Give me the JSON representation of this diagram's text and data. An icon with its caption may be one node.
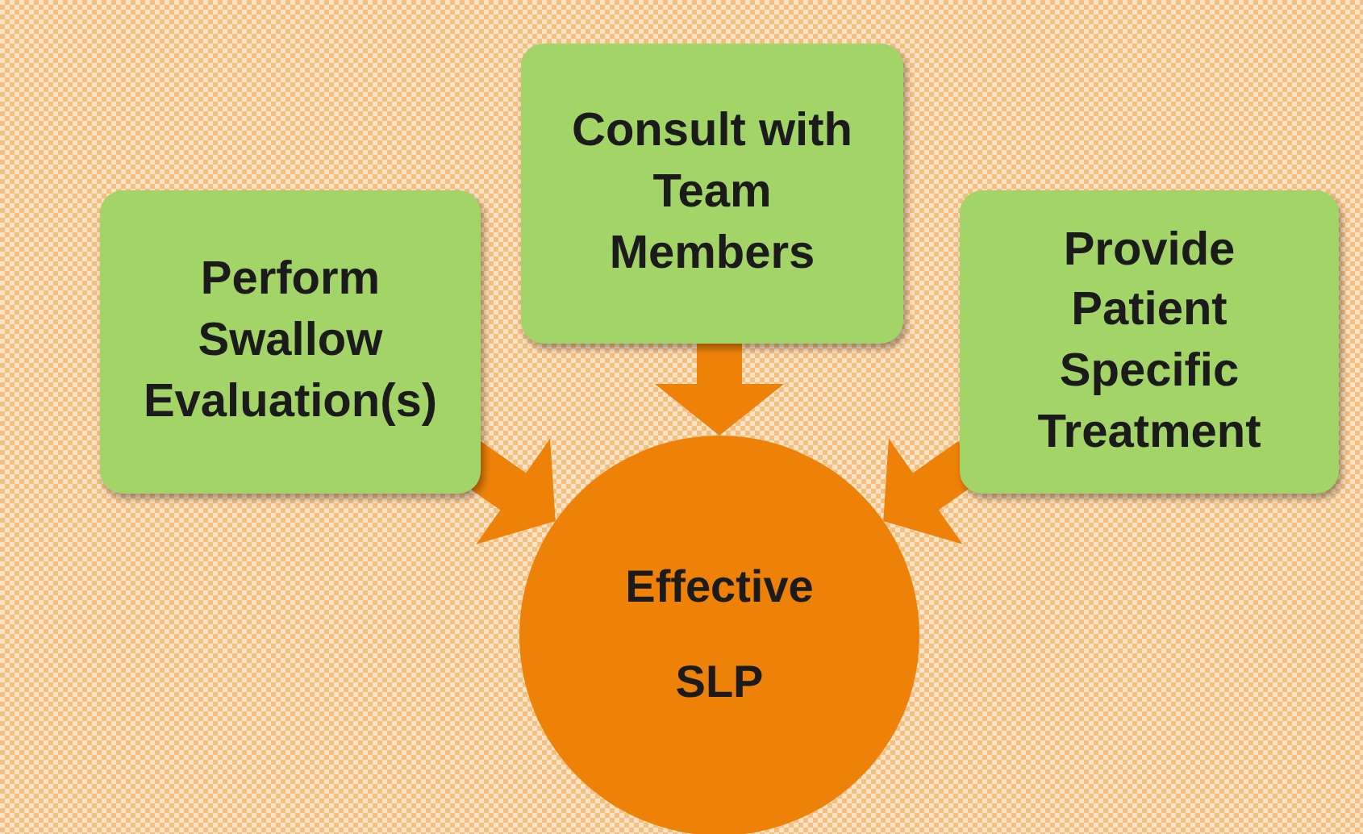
{
  "diagram": {
    "nodes": [
      {
        "text": [
          "Perform Swallow Evaluation(s)"
        ]
      },
      {
        "text": [
          "Consult with Team Members"
        ]
      },
      {
        "text": [
          "Provide Patient Specific Treatment"
        ]
      },
      {
        "text": [
          "Effective SLP"
        ]
      }
    ],
    "edges": [
      {
        "from": 0,
        "to": 3,
        "arrow": "to",
        "style": "thick"
      },
      {
        "from": 1,
        "to": 3,
        "arrow": "to",
        "style": "thick"
      },
      {
        "from": 2,
        "to": 3,
        "arrow": "to",
        "style": "thick"
      }
    ]
  }
}
